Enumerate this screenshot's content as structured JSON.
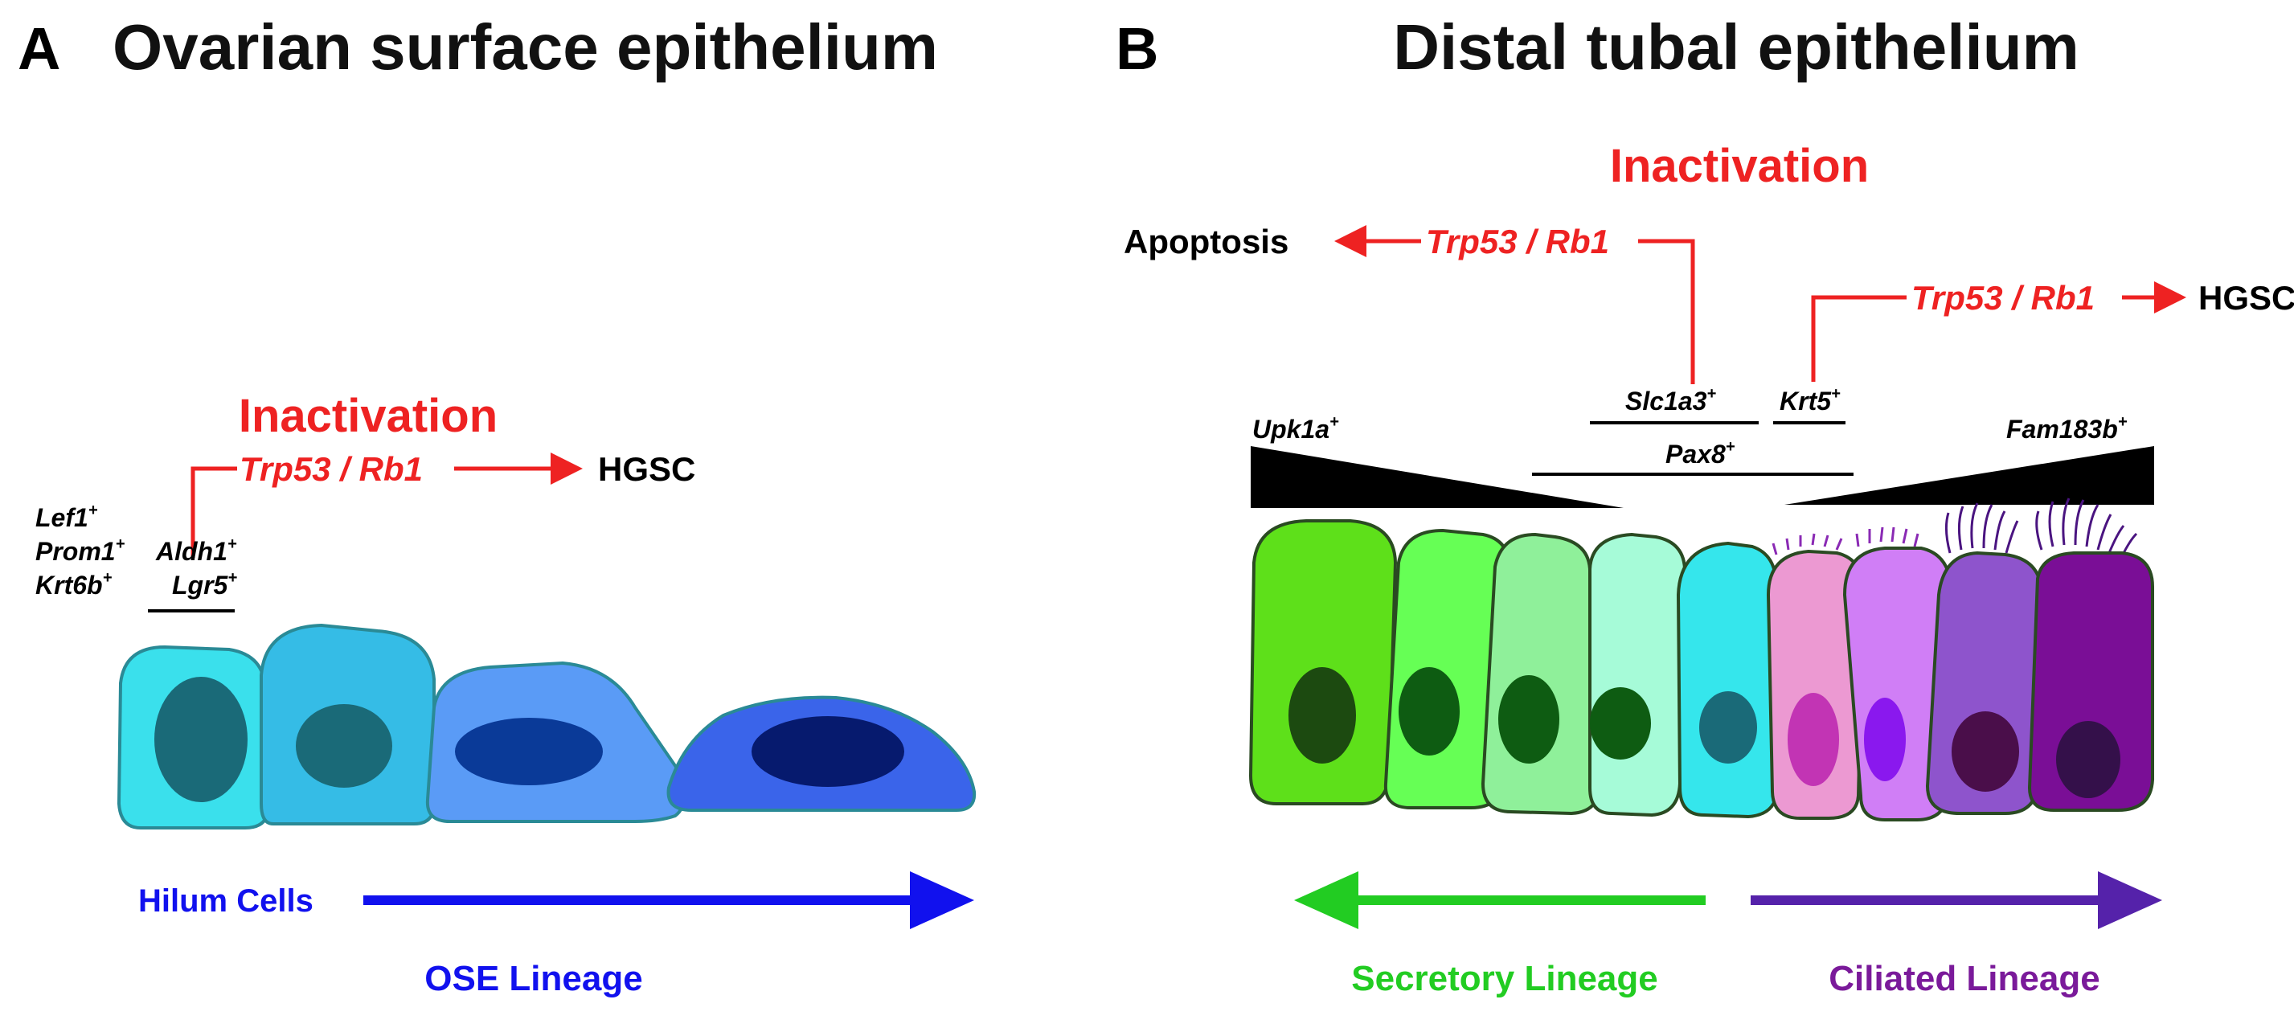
{
  "panel_a": {
    "label": "A",
    "title": "Ovarian surface epithelium",
    "inactivation": "Inactivation",
    "genes": "Trp53 / Rb1",
    "outcome": "HGSC",
    "markers_left": [
      {
        "name": "Lef1",
        "sup": "+"
      },
      {
        "name": "Prom1",
        "sup": "+"
      },
      {
        "name": "Krt6b",
        "sup": "+"
      }
    ],
    "markers_right": [
      {
        "name": "Aldh1",
        "sup": "+"
      },
      {
        "name": "Lgr5",
        "sup": "+"
      }
    ],
    "hilum_label": "Hilum Cells",
    "lineage_label": "OSE Lineage",
    "colors": {
      "red": "#ee2222",
      "blue_arrow": "#1111ee",
      "cells": [
        "#3ae0ec",
        "#35bce6",
        "#5a9bf6",
        "#3a64ea"
      ],
      "nuclei": [
        "#1a6a78",
        "#1a6a78",
        "#0a3a98",
        "#061a6e"
      ]
    }
  },
  "panel_b": {
    "label": "B",
    "title": "Distal tubal epithelium",
    "inactivation": "Inactivation",
    "apoptosis": "Apoptosis",
    "genes_left": "Trp53 / Rb1",
    "genes_right": "Trp53 / Rb1",
    "outcome": "HGSC",
    "markers": [
      {
        "name": "Slc1a3",
        "sup": "+"
      },
      {
        "name": "Krt5",
        "sup": "+"
      },
      {
        "name": "Pax8",
        "sup": "+"
      },
      {
        "name": "Upk1a",
        "sup": "+"
      },
      {
        "name": "Fam183b",
        "sup": "+"
      }
    ],
    "secretory_label": "Secretory Lineage",
    "ciliated_label": "Ciliated Lineage",
    "colors": {
      "secretory": "#22cc22",
      "ciliated": "#5522aa",
      "cells": [
        "#5ee01a",
        "#66ff55",
        "#8ff09a",
        "#a6fbd8",
        "#35e6ec",
        "#ec99d2",
        "#d07ef6",
        "#8e54cc",
        "#7a0e96"
      ],
      "nuclei": [
        "#1c4a10",
        "#0e5c12",
        "#0e5c12",
        "#0e5c12",
        "#1a6a78",
        "#c234b4",
        "#8a18ee",
        "#4a0e4a",
        "#34104a"
      ]
    }
  }
}
